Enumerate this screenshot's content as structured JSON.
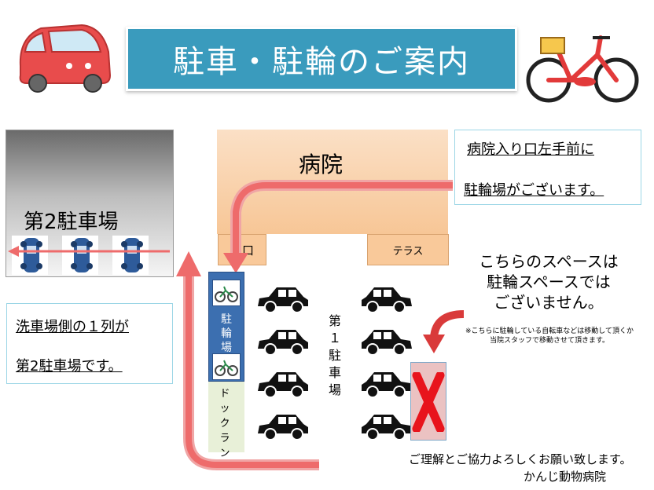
{
  "title": "駐車・駐輪のご案内",
  "lot2": {
    "label": "第2駐車場"
  },
  "hospital": {
    "label": "病院",
    "entrance": "入口",
    "terrace": "テラス"
  },
  "note_right": {
    "line1": "病院入り口左手前に",
    "line2": "駐輪場がございます。"
  },
  "note_left": {
    "line1": "洗車場側の１列が",
    "line2": "第2駐車場です。"
  },
  "bike_parking": {
    "label": "駐輪場"
  },
  "dog_run": {
    "label": "ドックラン"
  },
  "lot1": {
    "label": "第１駐車場"
  },
  "warning": {
    "line1": "こちらのスペースは",
    "line2": "駐輪スペースでは",
    "line3": "ございません。",
    "small1": "※こちらに駐輪している自転車などは移動して頂くか",
    "small2": "当院スタッフで移動させて頂きます。"
  },
  "closing": "ご理解とご協力よろしくお願い致します。",
  "clinic_name": "かんじ動物病院",
  "colors": {
    "title_bg": "#3a9bbd",
    "arrow": "#ee6b6b",
    "bike_strip": "#3c6fb0",
    "hospital": "#f7c696"
  }
}
